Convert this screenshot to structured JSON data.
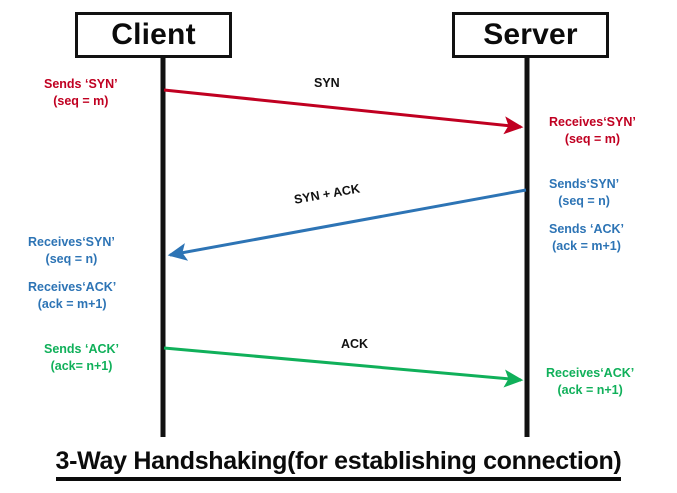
{
  "diagram": {
    "title": "3-Way Handshaking(for establishing connection)",
    "type": "sequence-diagram",
    "colors": {
      "red": "#c00021",
      "blue": "#2d74b5",
      "green": "#10b05a",
      "black": "#111111",
      "background": "#ffffff"
    },
    "participants": [
      {
        "id": "client",
        "label": "Client"
      },
      {
        "id": "server",
        "label": "Server"
      }
    ],
    "messages": [
      {
        "id": "msg-syn",
        "label": "SYN",
        "color": "#c00021",
        "from": "client",
        "to": "server",
        "direction": "left-to-right"
      },
      {
        "id": "msg-syn-ack",
        "label": "SYN + ACK",
        "color": "#2d74b5",
        "from": "server",
        "to": "client",
        "direction": "right-to-left"
      },
      {
        "id": "msg-ack",
        "label": "ACK",
        "color": "#10b05a",
        "from": "client",
        "to": "server",
        "direction": "left-to-right"
      }
    ],
    "notes": {
      "client_send_syn": {
        "line1": "Sends ‘SYN’",
        "line2": "(seq = m)"
      },
      "server_recv_syn": {
        "line1": "Receives‘SYN’",
        "line2": "(seq = m)"
      },
      "server_send_syn": {
        "line1": "Sends‘SYN’",
        "line2": "(seq = n)"
      },
      "server_send_ack": {
        "line1": "Sends ‘ACK’",
        "line2": "(ack = m+1)"
      },
      "client_recv_syn": {
        "line1": "Receives‘SYN’",
        "line2": "(seq = n)"
      },
      "client_recv_ack": {
        "line1": "Receives‘ACK’",
        "line2": "(ack = m+1)"
      },
      "client_send_ack": {
        "line1": "Sends ‘ACK’",
        "line2": "(ack= n+1)"
      },
      "server_recv_ack": {
        "line1": "Receives‘ACK’",
        "line2": "(ack = n+1)"
      }
    }
  }
}
